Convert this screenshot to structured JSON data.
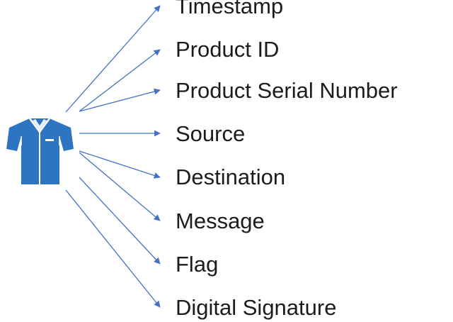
{
  "diagram": {
    "fields": [
      {
        "label": "Timestamp"
      },
      {
        "label": "Product ID"
      },
      {
        "label": "Product Serial Number"
      },
      {
        "label": "Source"
      },
      {
        "label": "Destination"
      },
      {
        "label": "Message"
      },
      {
        "label": "Flag"
      },
      {
        "label": "Digital Signature"
      }
    ],
    "icon": {
      "name": "shirt-icon",
      "color": "#2e75c1"
    },
    "arrow_color": "#4472c4"
  }
}
